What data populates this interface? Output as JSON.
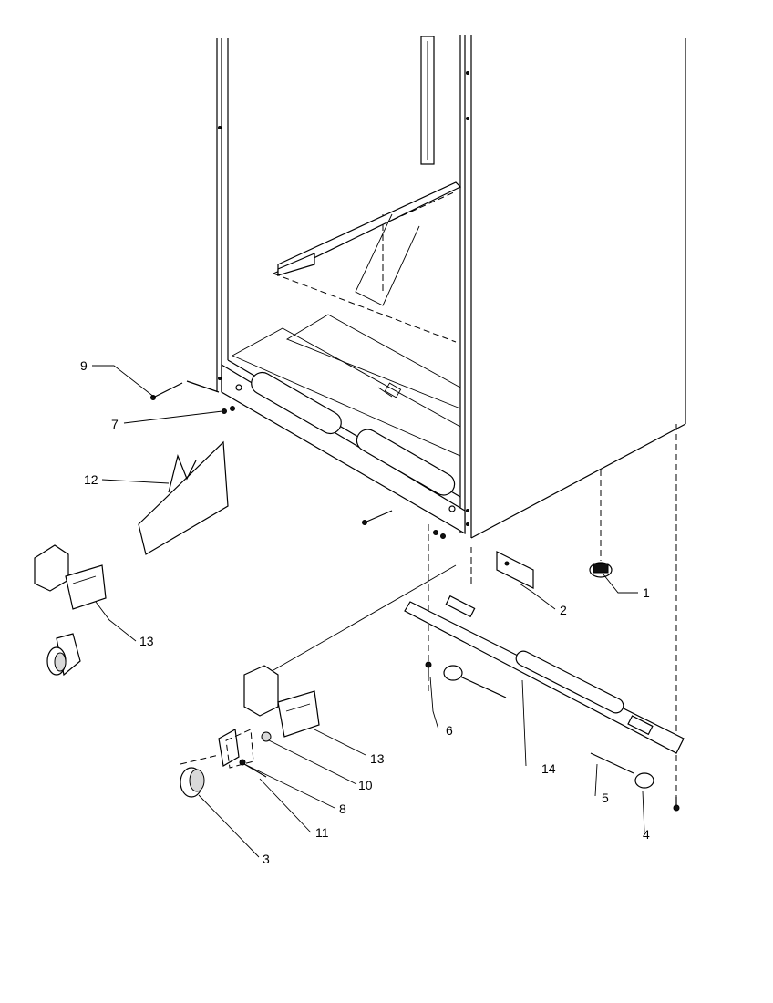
{
  "diagram": {
    "callouts": [
      {
        "id": "c1",
        "label": "1"
      },
      {
        "id": "c2",
        "label": "2"
      },
      {
        "id": "c3",
        "label": "3"
      },
      {
        "id": "c4",
        "label": "4"
      },
      {
        "id": "c5",
        "label": "5"
      },
      {
        "id": "c6",
        "label": "6"
      },
      {
        "id": "c7",
        "label": "7"
      },
      {
        "id": "c8",
        "label": "8"
      },
      {
        "id": "c9",
        "label": "9"
      },
      {
        "id": "c10",
        "label": "10"
      },
      {
        "id": "c11",
        "label": "11"
      },
      {
        "id": "c12",
        "label": "12"
      },
      {
        "id": "c13a",
        "label": "13"
      },
      {
        "id": "c13b",
        "label": "13"
      },
      {
        "id": "c14",
        "label": "14"
      }
    ]
  }
}
